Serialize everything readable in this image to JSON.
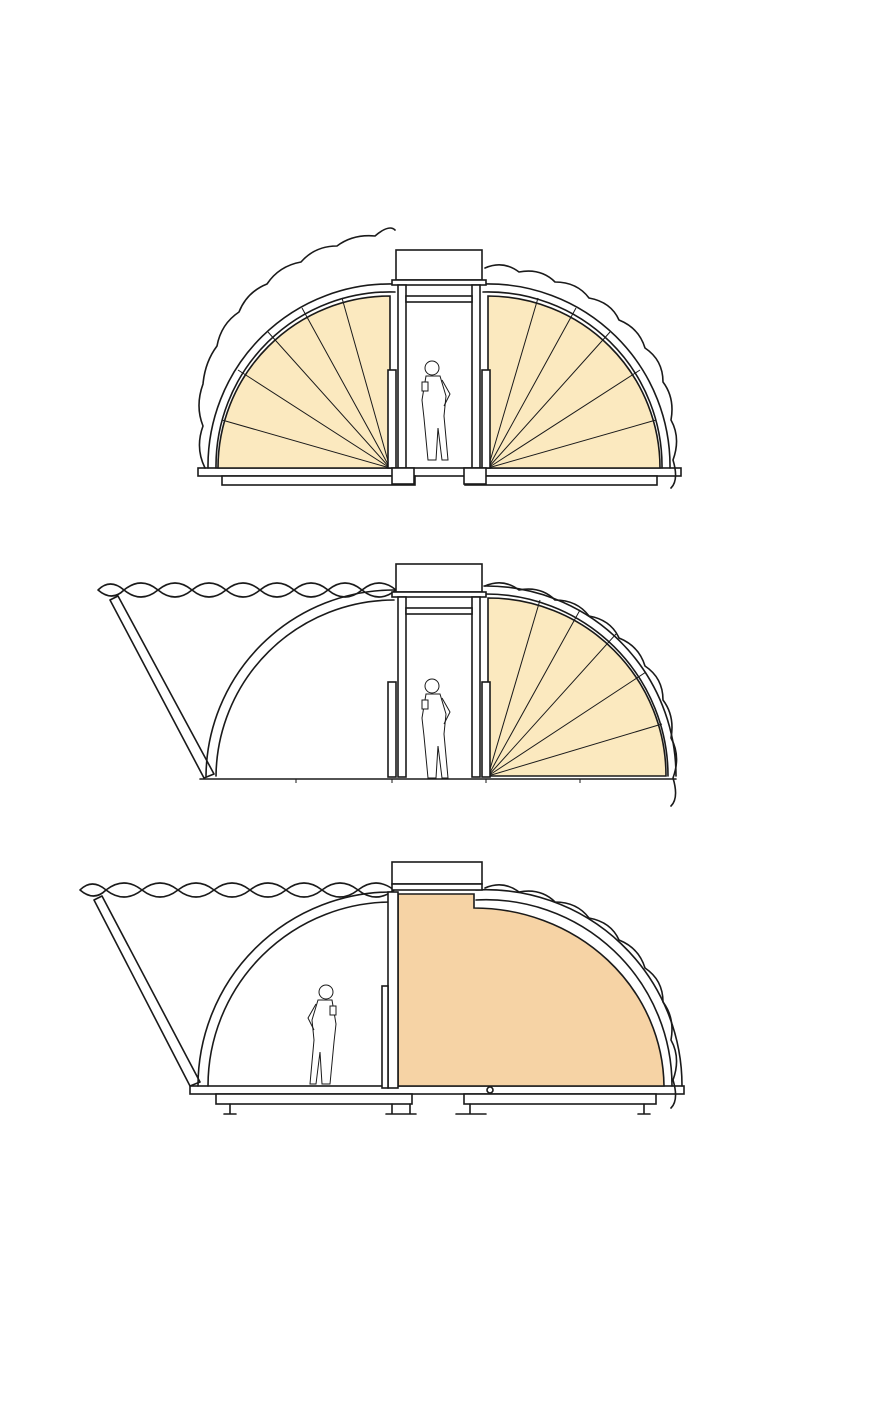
{
  "diagram": {
    "kind": "architectural-section-sequence",
    "panels": [
      {
        "id": "closed",
        "left_state": "folded-panels",
        "right_state": "folded-panels",
        "canopy": false
      },
      {
        "id": "half-open",
        "left_state": "open-frame",
        "right_state": "folded-panels",
        "canopy": true
      },
      {
        "id": "open-room",
        "left_state": "open-frame",
        "right_state": "solid-room",
        "canopy": true
      }
    ],
    "colors": {
      "panel_fill": "#fbe9bf",
      "room_fill": "#f6d3a5",
      "line": "#1a1a1a",
      "background": "#ffffff"
    }
  }
}
